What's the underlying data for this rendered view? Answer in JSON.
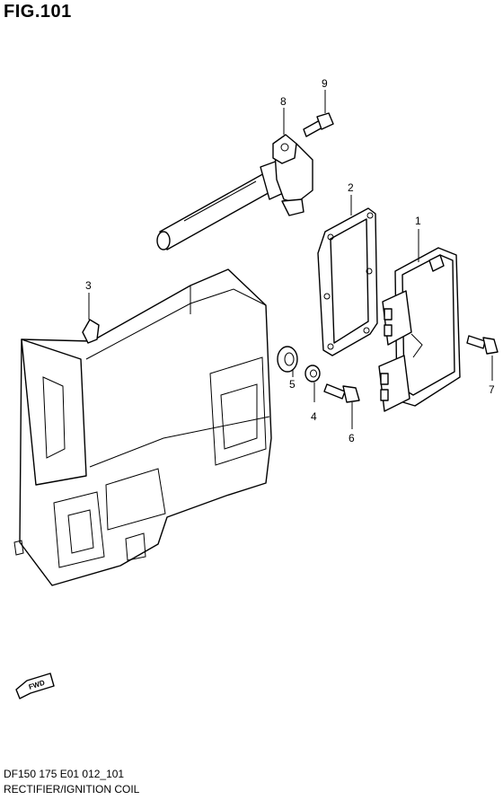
{
  "figure": {
    "title": "FIG.101",
    "code": "DF150 175 E01 012_101",
    "name": "RECTIFIER/IGNITION COIL"
  },
  "callouts": [
    {
      "id": "1",
      "label": "1"
    },
    {
      "id": "2",
      "label": "2"
    },
    {
      "id": "3",
      "label": "3"
    },
    {
      "id": "4",
      "label": "4"
    },
    {
      "id": "5",
      "label": "5"
    },
    {
      "id": "6",
      "label": "6"
    },
    {
      "id": "7",
      "label": "7"
    },
    {
      "id": "8",
      "label": "8"
    },
    {
      "id": "9",
      "label": "9"
    }
  ],
  "direction_marker": {
    "label": "FWD"
  }
}
